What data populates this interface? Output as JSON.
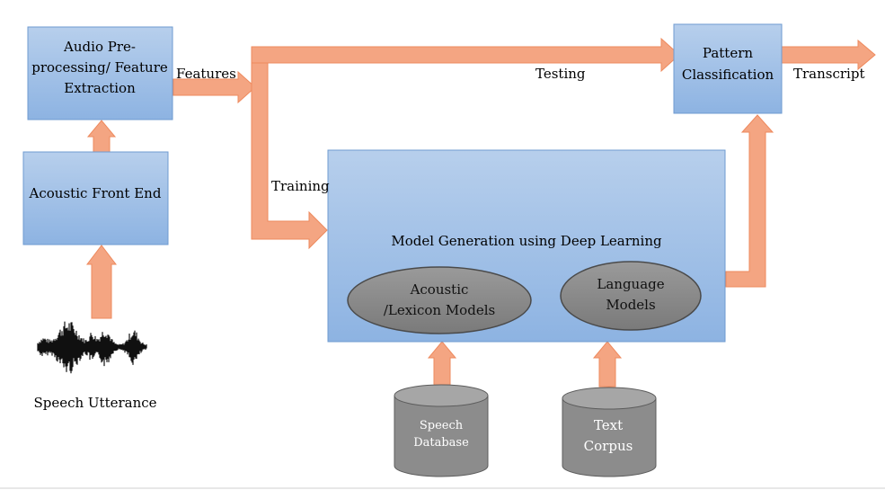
{
  "colors": {
    "box_fill_top": "#b7cfec",
    "box_fill_bottom": "#8db3e2",
    "box_stroke": "#6f9bd0",
    "arrow_fill": "#f4a582",
    "arrow_stroke": "#ee8a5e",
    "oval_fill": "#8a8a8a",
    "oval_stroke": "#4a4a4a",
    "db_fill": "#8c8c8c",
    "db_stroke": "#5c5c5c"
  },
  "boxes": {
    "audio_preprocessing": [
      "Audio Pre-",
      "processing/ Feature",
      "Extraction"
    ],
    "acoustic_front_end": "Acoustic Front End",
    "pattern_classification": [
      "Pattern",
      "Classification"
    ],
    "model_generation": "Model Generation using Deep Learning"
  },
  "models": {
    "acoustic_lexicon": [
      "Acoustic",
      "/Lexicon Models"
    ],
    "language": [
      "Language",
      "Models"
    ]
  },
  "databases": {
    "speech_database": [
      "Speech",
      "Database"
    ],
    "text_corpus": [
      "Text",
      "Corpus"
    ]
  },
  "labels": {
    "features": "Features",
    "testing": "Testing",
    "training": "Training",
    "transcript": "Transcript",
    "speech_utterance": "Speech Utterance"
  }
}
